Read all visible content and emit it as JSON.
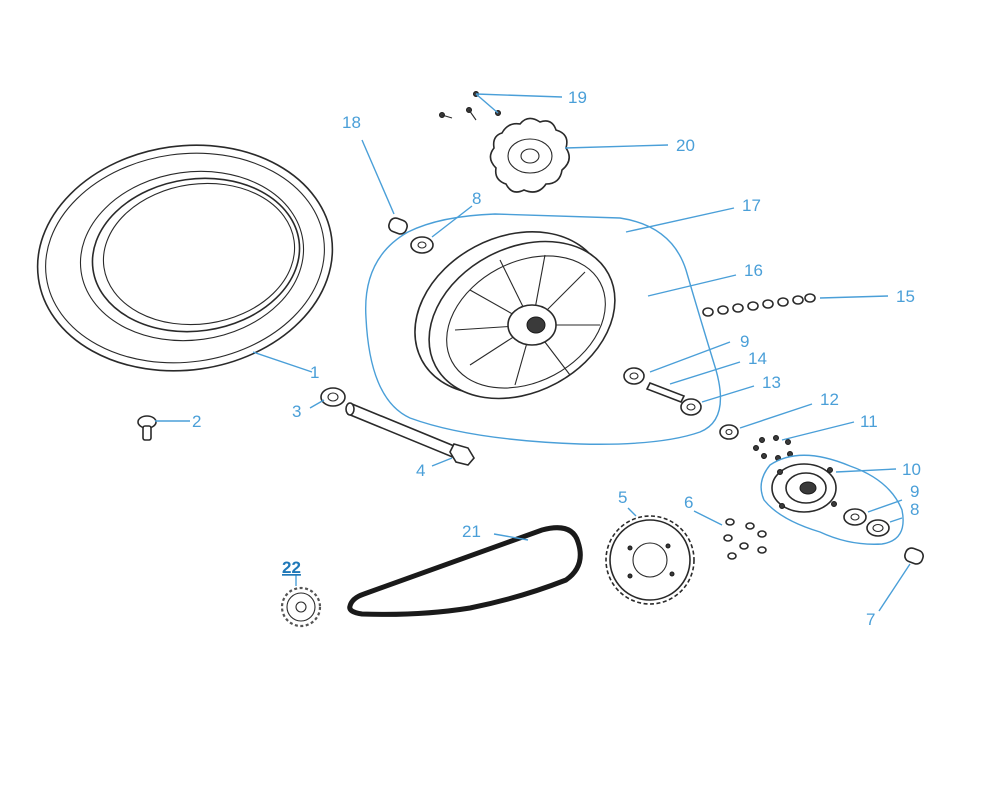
{
  "colors": {
    "callout": "#4a9fd8",
    "callout_active": "#1f78b8",
    "line_art": "#2a2a2a",
    "background": "#ffffff"
  },
  "callouts": {
    "c1": "1",
    "c2": "2",
    "c3": "3",
    "c4": "4",
    "c5": "5",
    "c6": "6",
    "c7": "7",
    "c8a": "8",
    "c8b": "8",
    "c9a": "9",
    "c9b": "9",
    "c10": "10",
    "c11": "11",
    "c12": "12",
    "c13": "13",
    "c14": "14",
    "c15": "15",
    "c16": "16",
    "c17": "17",
    "c18": "18",
    "c19": "19",
    "c20": "20",
    "c21": "21",
    "c22": "22"
  },
  "selected_callout": "22"
}
